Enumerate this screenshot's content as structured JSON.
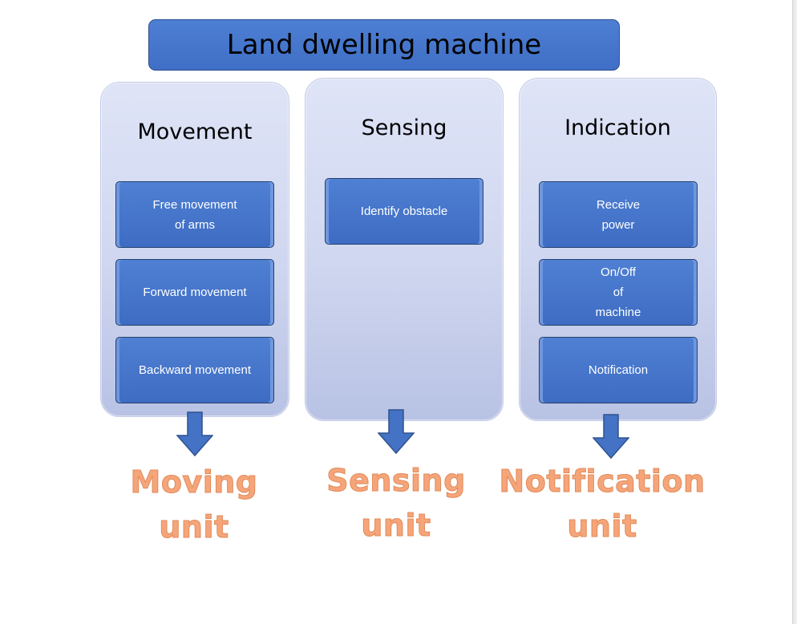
{
  "title": "Land dwelling machine",
  "columns": [
    {
      "header": "Movement",
      "tasks": [
        "Free movement\nof arms",
        "Forward movement",
        "Backward movement"
      ],
      "unit": "Moving\nunit"
    },
    {
      "header": "Sensing",
      "tasks": [
        "Identify obstacle"
      ],
      "unit": "Sensing\nunit"
    },
    {
      "header": "Indication",
      "tasks": [
        "Receive\npower",
        "On/Off\nof\nmachine",
        "Notification"
      ],
      "unit": "Notification\nunit"
    }
  ],
  "colors": {
    "title_fill": "#4472c4",
    "column_fill": "#cfd6ef",
    "task_fill": "#4472c4",
    "task_text": "#ffffff",
    "arrow": "#4472c4",
    "unit_text": "#f4a67c"
  },
  "icons": {
    "arrow": "down-arrow-icon"
  }
}
